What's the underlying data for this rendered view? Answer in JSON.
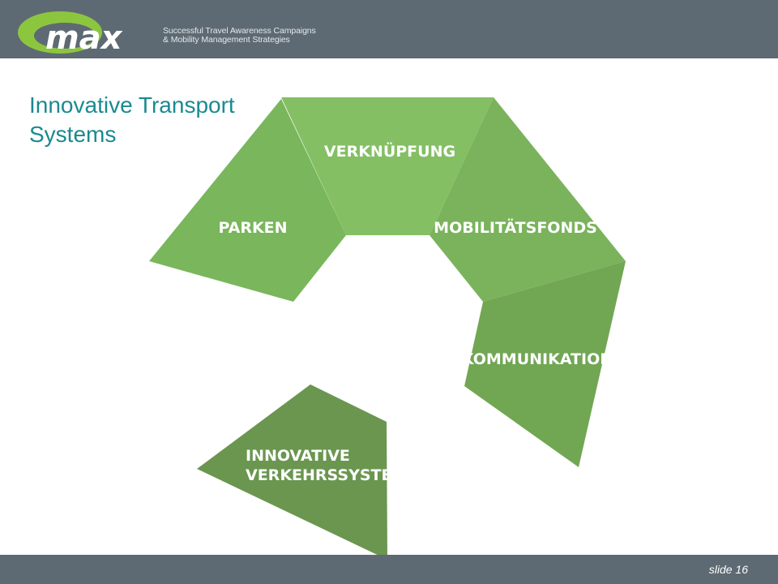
{
  "header": {
    "logo_text": "max",
    "tagline_line1": "Successful Travel Awareness Campaigns",
    "tagline_line2": "& Mobility Management Strategies"
  },
  "slide": {
    "title_line1": "Innovative Transport",
    "title_line2": "Systems",
    "number_label": "slide 16"
  },
  "diagram": {
    "segments": [
      {
        "id": "parken",
        "label": "PARKEN",
        "color": "#79b65c"
      },
      {
        "id": "verknuepfung",
        "label": "VERKNÜPFUNG",
        "color": "#84bf64"
      },
      {
        "id": "mobilitaetsfonds",
        "label": "MOBILITÄTSFONDS",
        "color": "#7ab35c"
      },
      {
        "id": "kommunikation",
        "label": "KOMMUNIKATION",
        "color": "#71a653"
      },
      {
        "id": "innovative",
        "label_line1": "INNOVATIVE",
        "label_line2": "VERKEHRSSYSTEME",
        "color": "#6a9650"
      }
    ]
  },
  "colors": {
    "bar": "#5e6a73",
    "title": "#1a8a8f",
    "logo_green": "#8cc63f"
  }
}
